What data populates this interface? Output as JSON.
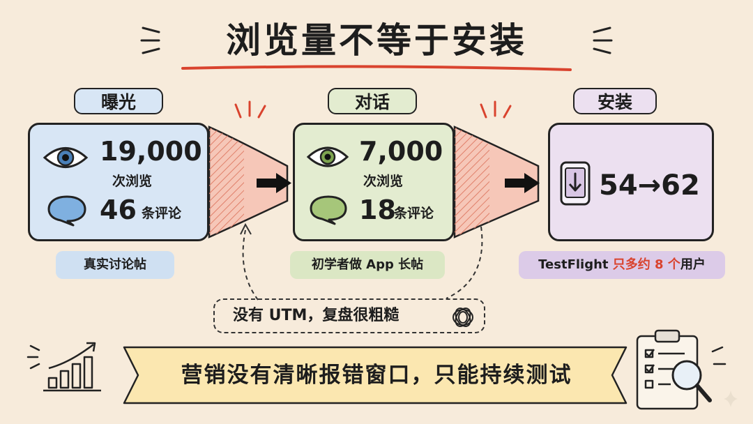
{
  "title": "浏览量不等于安装",
  "colors": {
    "background": "#f7ebdb",
    "blue_card": "#d8e6f5",
    "green_card": "#e3ecd0",
    "purple_card": "#ece0f0",
    "accent_red": "#d9432e",
    "banner": "#fbe7b0",
    "funnel": "#f6c7b8"
  },
  "stages": [
    {
      "label": "曝光",
      "views_value": "19,000",
      "views_caption": "次浏览",
      "comments_value": "46",
      "comments_caption": "条评论",
      "tag": "真实讨论帖",
      "icons": [
        "eye-icon",
        "speech-bubble-icon"
      ]
    },
    {
      "label": "对话",
      "views_value": "7,000",
      "views_caption": "次浏览",
      "comments_value": "18",
      "comments_caption": "条评论",
      "tag": "初学者做 App 长帖",
      "icons": [
        "eye-icon",
        "speech-bubble-icon"
      ]
    },
    {
      "label": "安装",
      "install_value": "54→62",
      "tag_prefix": "TestFlight ",
      "tag_highlight": "只多约 8 个",
      "tag_suffix": "用户",
      "icons": [
        "phone-download-icon"
      ]
    }
  ],
  "note": "没有 UTM，复盘很粗糙",
  "banner": "营销没有清晰报错窗口，只能持续测试"
}
